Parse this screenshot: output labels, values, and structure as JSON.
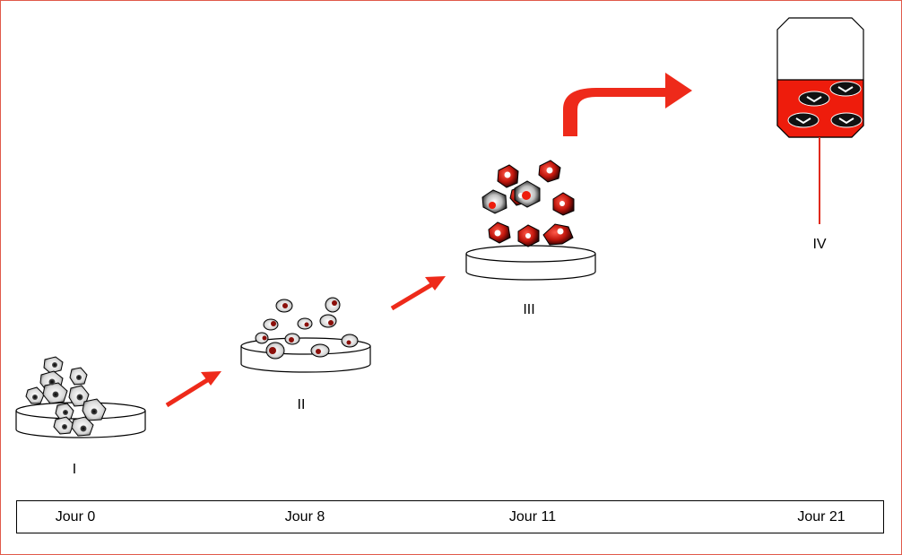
{
  "stages": [
    {
      "label": "I"
    },
    {
      "label": "II"
    },
    {
      "label": "III"
    },
    {
      "label": "IV"
    }
  ],
  "timeline": {
    "days": [
      "Jour 0",
      "Jour 8",
      "Jour 11",
      "Jour 21"
    ]
  },
  "colors": {
    "arrow": "#ee2a1a",
    "blood": "#ee1c0c",
    "frame": "#e05a4a",
    "cell_dark": "#8b0f0a"
  }
}
